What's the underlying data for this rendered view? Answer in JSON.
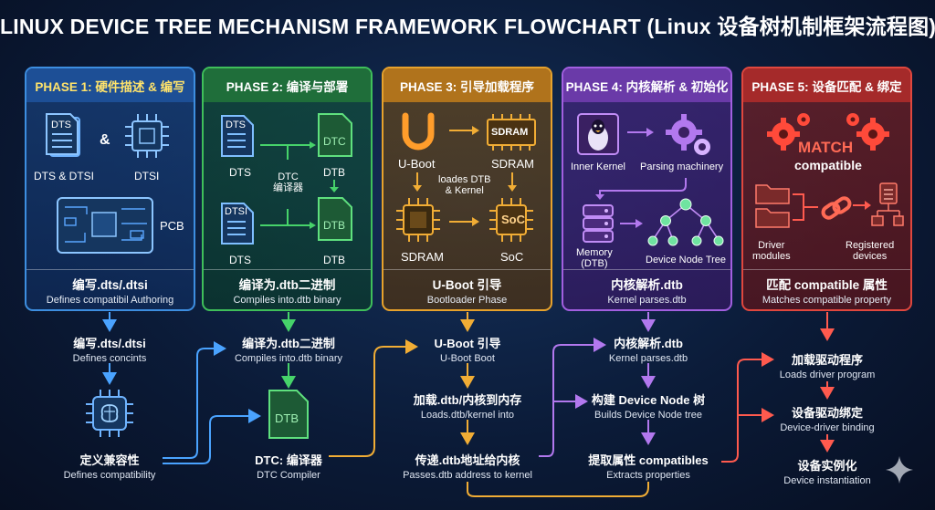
{
  "title": "LINUX DEVICE TREE MECHANISM FRAMEWORK FLOWCHART (Linux 设备树机制框架流程图)",
  "colors": {
    "background": "#0b1b38",
    "phase1": "#3d8ee0",
    "phase2": "#3fbf5a",
    "phase3": "#e7a22c",
    "phase4": "#a25fe0",
    "phase5": "#e0473e",
    "phase1_head_text": "#ffe36b"
  },
  "phases": [
    {
      "head": "PHASE 1: 硬件描述 & 编写",
      "icons": [
        "dts-file-icon",
        "chip-icon",
        "pcb-board-icon"
      ],
      "labels": {
        "dts": "DTS",
        "amp": "&",
        "dts_dtsi": "DTS & DTSI",
        "dtsi": "DTSI",
        "pcb": "PCB"
      },
      "foot_main": "编写.dts/.dtsi",
      "foot_sub": "Defines compatibil Authoring"
    },
    {
      "head": "PHASE 2: 编译与部署",
      "icons": [
        "dts-file-icon",
        "dtsi-file-icon",
        "dtc-file-icon",
        "dtb-file-icon"
      ],
      "labels": {
        "dts_file": "DTS",
        "dtsi_file": "DTSI",
        "dts1": "DTS",
        "dts2": "DTS",
        "dtc_icon": "DTC",
        "dtb1": "DTB",
        "dtb_icon": "DTB",
        "dtb2": "DTB",
        "compiler": "DTC\n编译器"
      },
      "foot_main": "编译为.dtb二进制",
      "foot_sub": "Compiles into.dtb binary"
    },
    {
      "head": "PHASE 3: 引导加载程序",
      "icons": [
        "uboot-logo-icon",
        "sdram-chip-icon",
        "cpu-chip-icon",
        "soc-chip-icon"
      ],
      "labels": {
        "uboot": "U-Boot",
        "sdram_top_icon": "SDRAM",
        "sdram_top": "SDRAM",
        "loads": "loades DTB\n& Kernel",
        "sdram_bottom": "SDRAM",
        "soc_icon": "SoC",
        "soc": "SoC"
      },
      "foot_main": "U-Boot 引导",
      "foot_sub": "Bootloader Phase"
    },
    {
      "head": "PHASE 4: 内核解析 & 初始化",
      "icons": [
        "penguin-icon",
        "gears-icon",
        "database-icon",
        "tree-icon"
      ],
      "labels": {
        "inner_kernel": "Inner Kernel",
        "parsing": "Parsing machinery",
        "memory": "Memory\n(DTB)",
        "device_tree": "Device Node Tree"
      },
      "foot_main": "内核解析.dtb",
      "foot_sub": "Kernel parses.dtb"
    },
    {
      "head": "PHASE 5: 设备匹配 & 绑定",
      "icons": [
        "gears-icon",
        "folder-icon",
        "chain-link-icon",
        "device-registry-icon"
      ],
      "labels": {
        "match": "MATCH",
        "compatible": "compatible",
        "driver": "Driver\nmodules",
        "registered": "Registered\ndevices"
      },
      "foot_main": "匹配 compatible 属性",
      "foot_sub": "Matches compatible property"
    }
  ],
  "flow": {
    "c1": [
      {
        "main": "编写.dts/.dtsi",
        "sub": "Defines concints"
      },
      {
        "main": "定义兼容性",
        "sub": "Defines compatibility"
      }
    ],
    "c2": [
      {
        "main": "编译为.dtb二进制",
        "sub": "Compiles into.dtb binary"
      },
      {
        "main": "DTC: 编译器",
        "sub": "DTC Compiler"
      }
    ],
    "c2_icon_label": "DTB",
    "c3": [
      {
        "main": "U-Boot 引导",
        "sub": "U-Boot Boot"
      },
      {
        "main": "加载.dtb/内核到内存",
        "sub": "Loads.dtb/kernel into"
      },
      {
        "main": "传递.dtb地址给内核",
        "sub": "Passes.dtb address to kernel"
      }
    ],
    "c4": [
      {
        "main": "内核解析.dtb",
        "sub": "Kernel parses.dtb"
      },
      {
        "main": "构建 Device Node 树",
        "sub": "Builds Device Node tree"
      },
      {
        "main": "提取属性 compatibles",
        "sub": "Extracts properties"
      }
    ],
    "c5": [
      {
        "main": "加载驱动程序",
        "sub": "Loads driver program"
      },
      {
        "main": "设备驱动绑定",
        "sub": "Device-driver binding"
      },
      {
        "main": "设备实例化",
        "sub": "Device instantiation"
      }
    ]
  }
}
